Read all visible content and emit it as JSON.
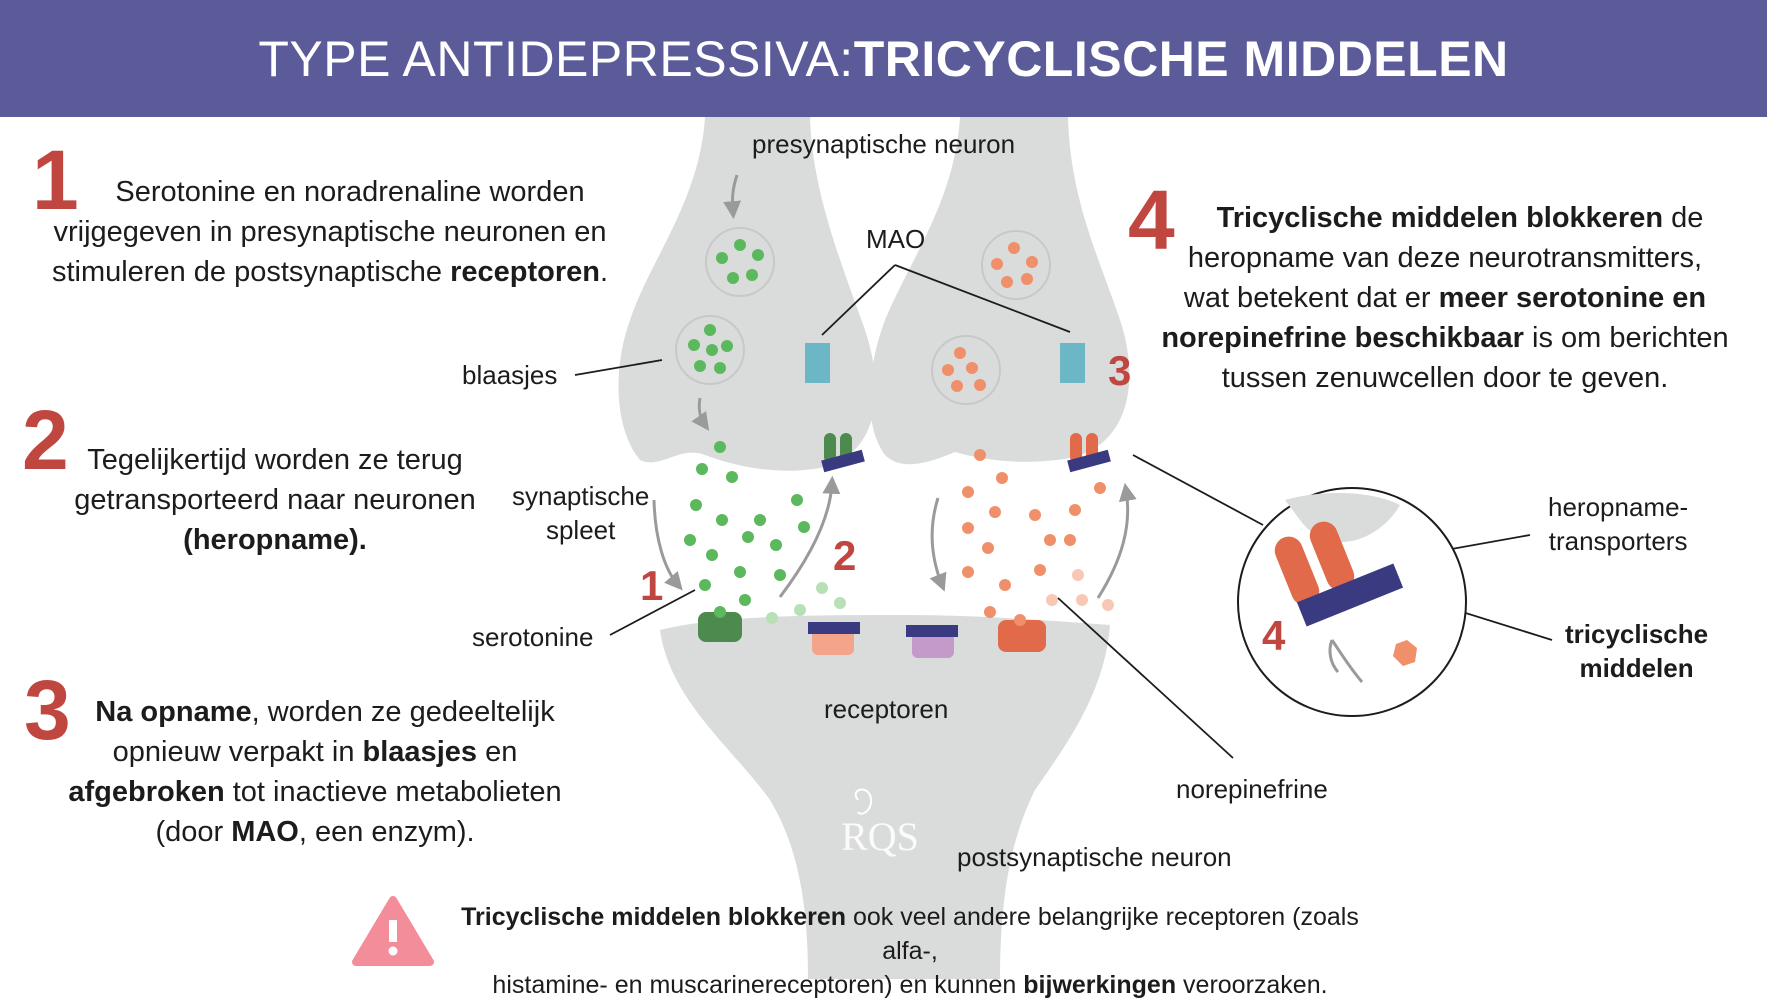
{
  "header": {
    "title_regular": "TYPE ANTIDEPRESSIVA: ",
    "title_bold": "TRICYCLISCHE MIDDELEN"
  },
  "steps": {
    "s1": {
      "number": "1",
      "line1": "Serotonine en noradrenaline worden",
      "line2": "vrijgegeven in presynaptische neuronen en",
      "line3_pre": "stimuleren de postsynaptische ",
      "line3_bold": "receptoren",
      "line3_post": "."
    },
    "s2": {
      "number": "2",
      "line1": "Tegelijkertijd worden ze terug",
      "line2": "getransporteerd naar neuronen",
      "line3_bold": "(heropname)."
    },
    "s3": {
      "number": "3",
      "l1_bold": "Na opname",
      "l1": ", worden ze gedeeltelijk",
      "l2": "opnieuw verpakt in ",
      "l2_bold": "blaasjes",
      "l2_end": " en",
      "l3_bold": "afgebroken",
      "l3": " tot inactieve metabolieten",
      "l4_pre": "(door ",
      "l4_bold": "MAO",
      "l4_post": ", een enzym)."
    },
    "s4": {
      "number": "4",
      "l1_bold": "Tricyclische middelen blokkeren",
      "l1": " de",
      "l2": "heropname van deze neurotransmitters,",
      "l3": "wat betekent dat er ",
      "l3_bold": "meer serotonine en",
      "l4_bold": "norepinefrine beschikbaar",
      "l4": " is om berichten",
      "l5": "tussen zenuwcellen door te geven."
    }
  },
  "labels": {
    "presynaptic": "presynaptische neuron",
    "mao": "MAO",
    "vesicles": "blaasjes",
    "cleft_1": "synaptische",
    "cleft_2": "spleet",
    "serotonin": "serotonine",
    "receptors": "receptoren",
    "norepinephrine": "norepinefrine",
    "postsynaptic": "postsynaptische neuron",
    "transporters_1": "heropname-",
    "transporters_2": "transporters",
    "tca_1": "tricyclische",
    "tca_2": "middelen",
    "diag_num_1": "1",
    "diag_num_2": "2",
    "diag_num_3": "3",
    "diag_num_4": "4",
    "logo": "RQS"
  },
  "footer": {
    "bold1": "Tricyclische middelen blokkeren",
    "t1": " ook veel andere belangrijke receptoren (zoals alfa-,",
    "t2": "histamine- en muscarinereceptoren) en kunnen ",
    "bold2": "bijwerkingen",
    "t3": " veroorzaken."
  },
  "colors": {
    "header": "#5b5b99",
    "accent": "#c0473f",
    "neuron": "#dadbdb",
    "serotonin": "#5cb85c",
    "norepinephrine": "#f0906a",
    "mao": "#6bb7c6",
    "blocker": "#3a3a80",
    "transporter": "#e06a4a",
    "warning": "#f28d99"
  }
}
